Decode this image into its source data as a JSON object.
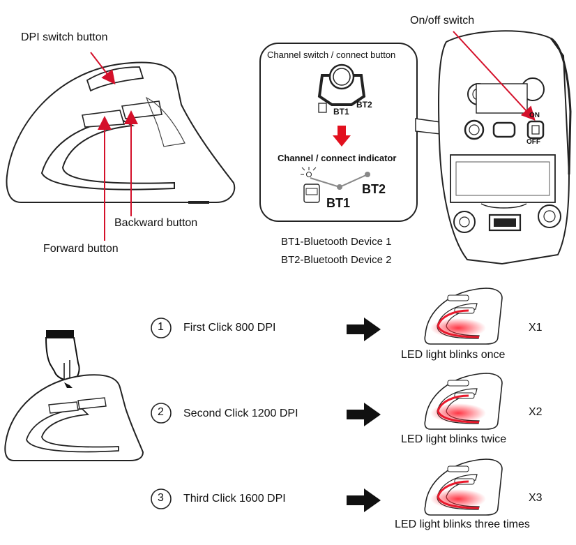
{
  "labels": {
    "dpi_switch": "DPI switch button",
    "backward": "Backward button",
    "forward": "Forward button",
    "onoff": "On/off switch",
    "on": "ON",
    "off": "OFF",
    "channel_switch": "Channel switch / connect button",
    "channel_indicator": "Channel / connect indicator",
    "bt1": "BT1",
    "bt2": "BT2",
    "bt1_desc": "BT1-Bluetooth Device 1",
    "bt2_desc": "BT2-Bluetooth Device 2"
  },
  "steps": [
    {
      "num": "1",
      "text": "First Click 800 DPI",
      "times": "X1",
      "blink": "LED light blinks once"
    },
    {
      "num": "2",
      "text": "Second Click 1200 DPI",
      "times": "X2",
      "blink": "LED light blinks twice"
    },
    {
      "num": "3",
      "text": "Third Click 1600 DPI",
      "times": "X3",
      "blink": "LED light blinks three times"
    }
  ],
  "colors": {
    "callout": "#d4102a",
    "led": "#e8192c",
    "line": "#111111"
  }
}
